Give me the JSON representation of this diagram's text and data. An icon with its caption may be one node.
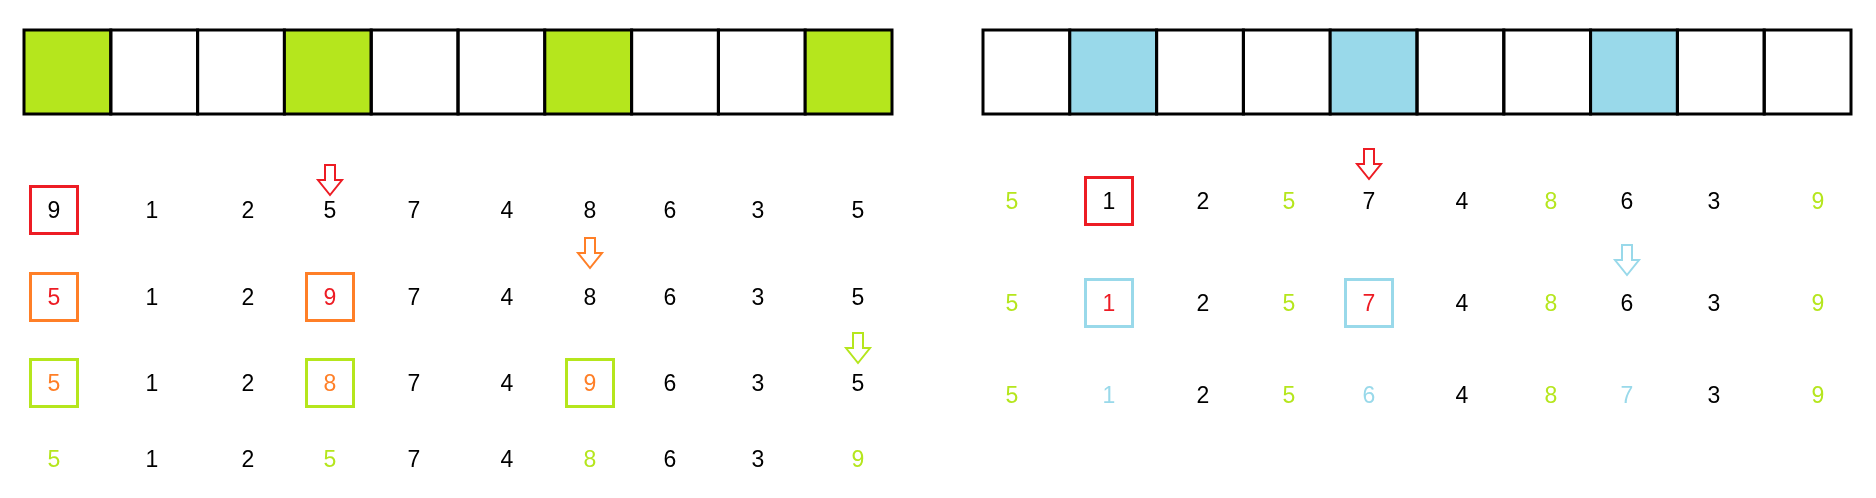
{
  "diagram": {
    "nodes": [
      {
        "text": [
          "9"
        ]
      },
      {
        "text": [
          "5"
        ]
      },
      {
        "text": [
          "9"
        ]
      },
      {
        "text": [
          "5"
        ]
      },
      {
        "text": [
          "8"
        ]
      },
      {
        "text": [
          "9"
        ]
      },
      {
        "text": [
          "1"
        ]
      },
      {
        "text": [
          "1"
        ]
      },
      {
        "text": [
          "7"
        ]
      }
    ],
    "labels": [
      "1",
      "2",
      "5",
      "7",
      "4",
      "8",
      "6",
      "3",
      "5",
      "1",
      "2",
      "7",
      "4",
      "8",
      "6",
      "3",
      "5",
      "1",
      "2",
      "7",
      "4",
      "6",
      "3",
      "5",
      "5",
      "1",
      "2",
      "5",
      "7",
      "4",
      "8",
      "6",
      "3",
      "9",
      "5",
      "2",
      "5",
      "7",
      "4",
      "8",
      "6",
      "3",
      "9",
      "5",
      "2",
      "5",
      "4",
      "8",
      "6",
      "3",
      "9",
      "5",
      "1",
      "2",
      "5",
      "6",
      "4",
      "8",
      "7",
      "3",
      "9"
    ]
  }
}
